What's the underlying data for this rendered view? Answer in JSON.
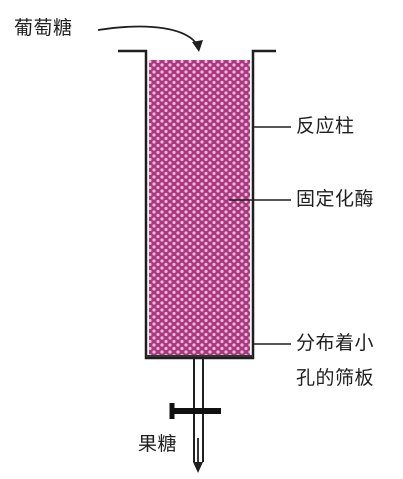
{
  "labels": {
    "input": "葡萄糖",
    "column": "反应柱",
    "enzyme": "固定化酶",
    "plate_line1": "分布着小",
    "plate_line2": "孔的筛板",
    "output": "果糖"
  },
  "colors": {
    "ink": "#1f1f1f",
    "packing": "#a9397e",
    "packing_dot": "#f3b6dc"
  },
  "icons": {
    "flow_in": "arrow-down-icon",
    "flow_out": "arrow-down-icon",
    "valve": "valve-handle-icon"
  }
}
